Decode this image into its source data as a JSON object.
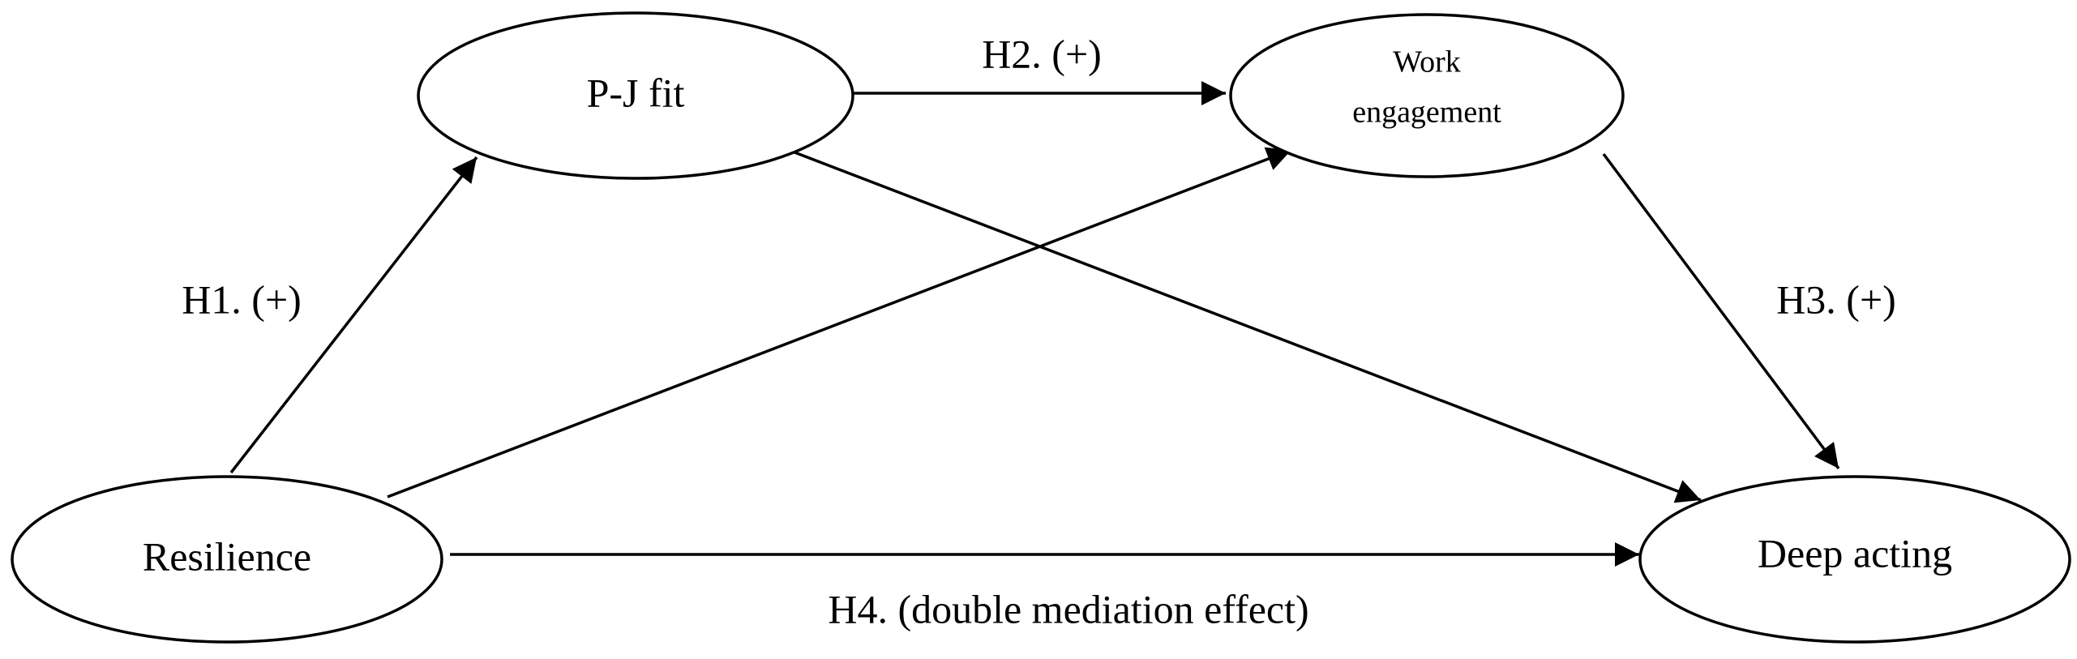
{
  "nodes": {
    "pj_fit": {
      "label": "P-J fit"
    },
    "work_engagement": {
      "label_line1": "Work",
      "label_line2": "engagement"
    },
    "resilience": {
      "label": "Resilience"
    },
    "deep_acting": {
      "label": "Deep acting"
    }
  },
  "edges": [
    {
      "from": "resilience",
      "to": "pj_fit",
      "label": "H1. (+)"
    },
    {
      "from": "pj_fit",
      "to": "work_engagement",
      "label": "H2. (+)"
    },
    {
      "from": "work_engagement",
      "to": "deep_acting",
      "label": "H3. (+)"
    },
    {
      "from": "resilience",
      "to": "deep_acting",
      "label": "H4. (double mediation effect)"
    },
    {
      "from": "resilience",
      "to": "work_engagement",
      "label": ""
    },
    {
      "from": "pj_fit",
      "to": "deep_acting",
      "label": ""
    }
  ],
  "colors": {
    "stroke": "#000000",
    "background": "#ffffff"
  }
}
